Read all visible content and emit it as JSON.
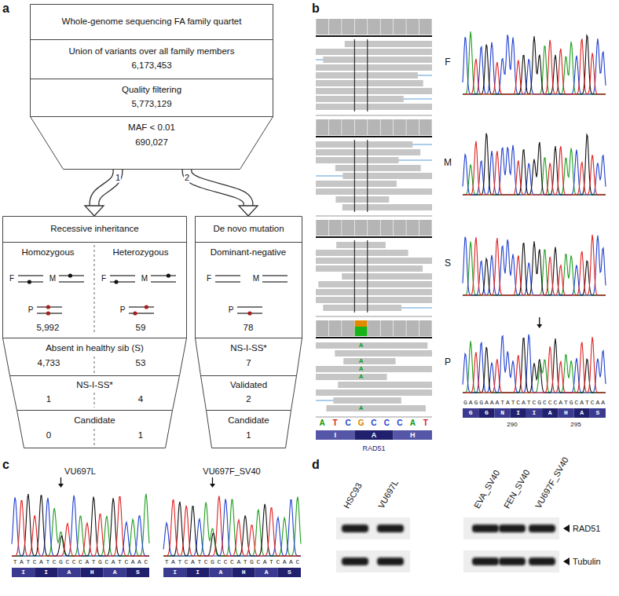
{
  "diagram": {
    "nodes": [
      {
        "text": [
          "Whole-genome sequencing FA family quartet"
        ]
      },
      {
        "text": [
          "Union of variants over all family members",
          "6,173,453"
        ]
      },
      {
        "text": [
          "Quality filtering",
          "5,773,129"
        ]
      },
      {
        "text": [
          "MAF < 0.01",
          "690,027"
        ]
      },
      {
        "text": [
          "Recessive inheritance"
        ]
      },
      {
        "text": [
          "Homozygous",
          "F",
          "M",
          "P",
          "5,992"
        ],
        "in": 4
      },
      {
        "text": [
          "Heterozygous",
          "F",
          "M",
          "P",
          "59"
        ],
        "in": 4
      },
      {
        "text": [
          "Absent in healthy sib (S)",
          "4,733",
          "53"
        ]
      },
      {
        "text": [
          "NS-I-SS*",
          "1",
          "4"
        ]
      },
      {
        "text": [
          "Candidate",
          "0",
          "1"
        ]
      },
      {
        "text": [
          "De novo mutation"
        ]
      },
      {
        "text": [
          "Dominant-negative",
          "F",
          "M",
          "P",
          "78"
        ],
        "in": 10
      },
      {
        "text": [
          "NS-I-SS*",
          "7"
        ]
      },
      {
        "text": [
          "Validated",
          "2"
        ]
      },
      {
        "text": [
          "Candidate",
          "1"
        ]
      }
    ],
    "edges": [
      {
        "from": 3,
        "to": 4,
        "arrow": "to",
        "label": "1"
      },
      {
        "from": 3,
        "to": 10,
        "arrow": "to",
        "label": "2"
      }
    ],
    "labels": [
      "a",
      "b",
      "c",
      "d",
      "F",
      "M",
      "S",
      "P",
      "A",
      "T",
      "C",
      "G",
      "C",
      "C",
      "C",
      "A",
      "T",
      "I",
      "A",
      "H",
      "RAD51",
      "A",
      "A",
      "A",
      "A",
      "A",
      "GAGGAAATATCATCGCCCATGCATCAA",
      "G G N I I A H A S",
      "290",
      "295",
      "VU697L",
      "VU697F_SV40",
      "TATCATCGCCCATGCATCAAC",
      "I I A H A S",
      "TATCATCGCCCATGCATCAAC",
      "I I A H A S",
      "HSC93",
      "VU697L",
      "EVA_SV40",
      "FEN_SV40",
      "VU697F_SV40",
      "RAD51",
      "Tubulin"
    ]
  }
}
